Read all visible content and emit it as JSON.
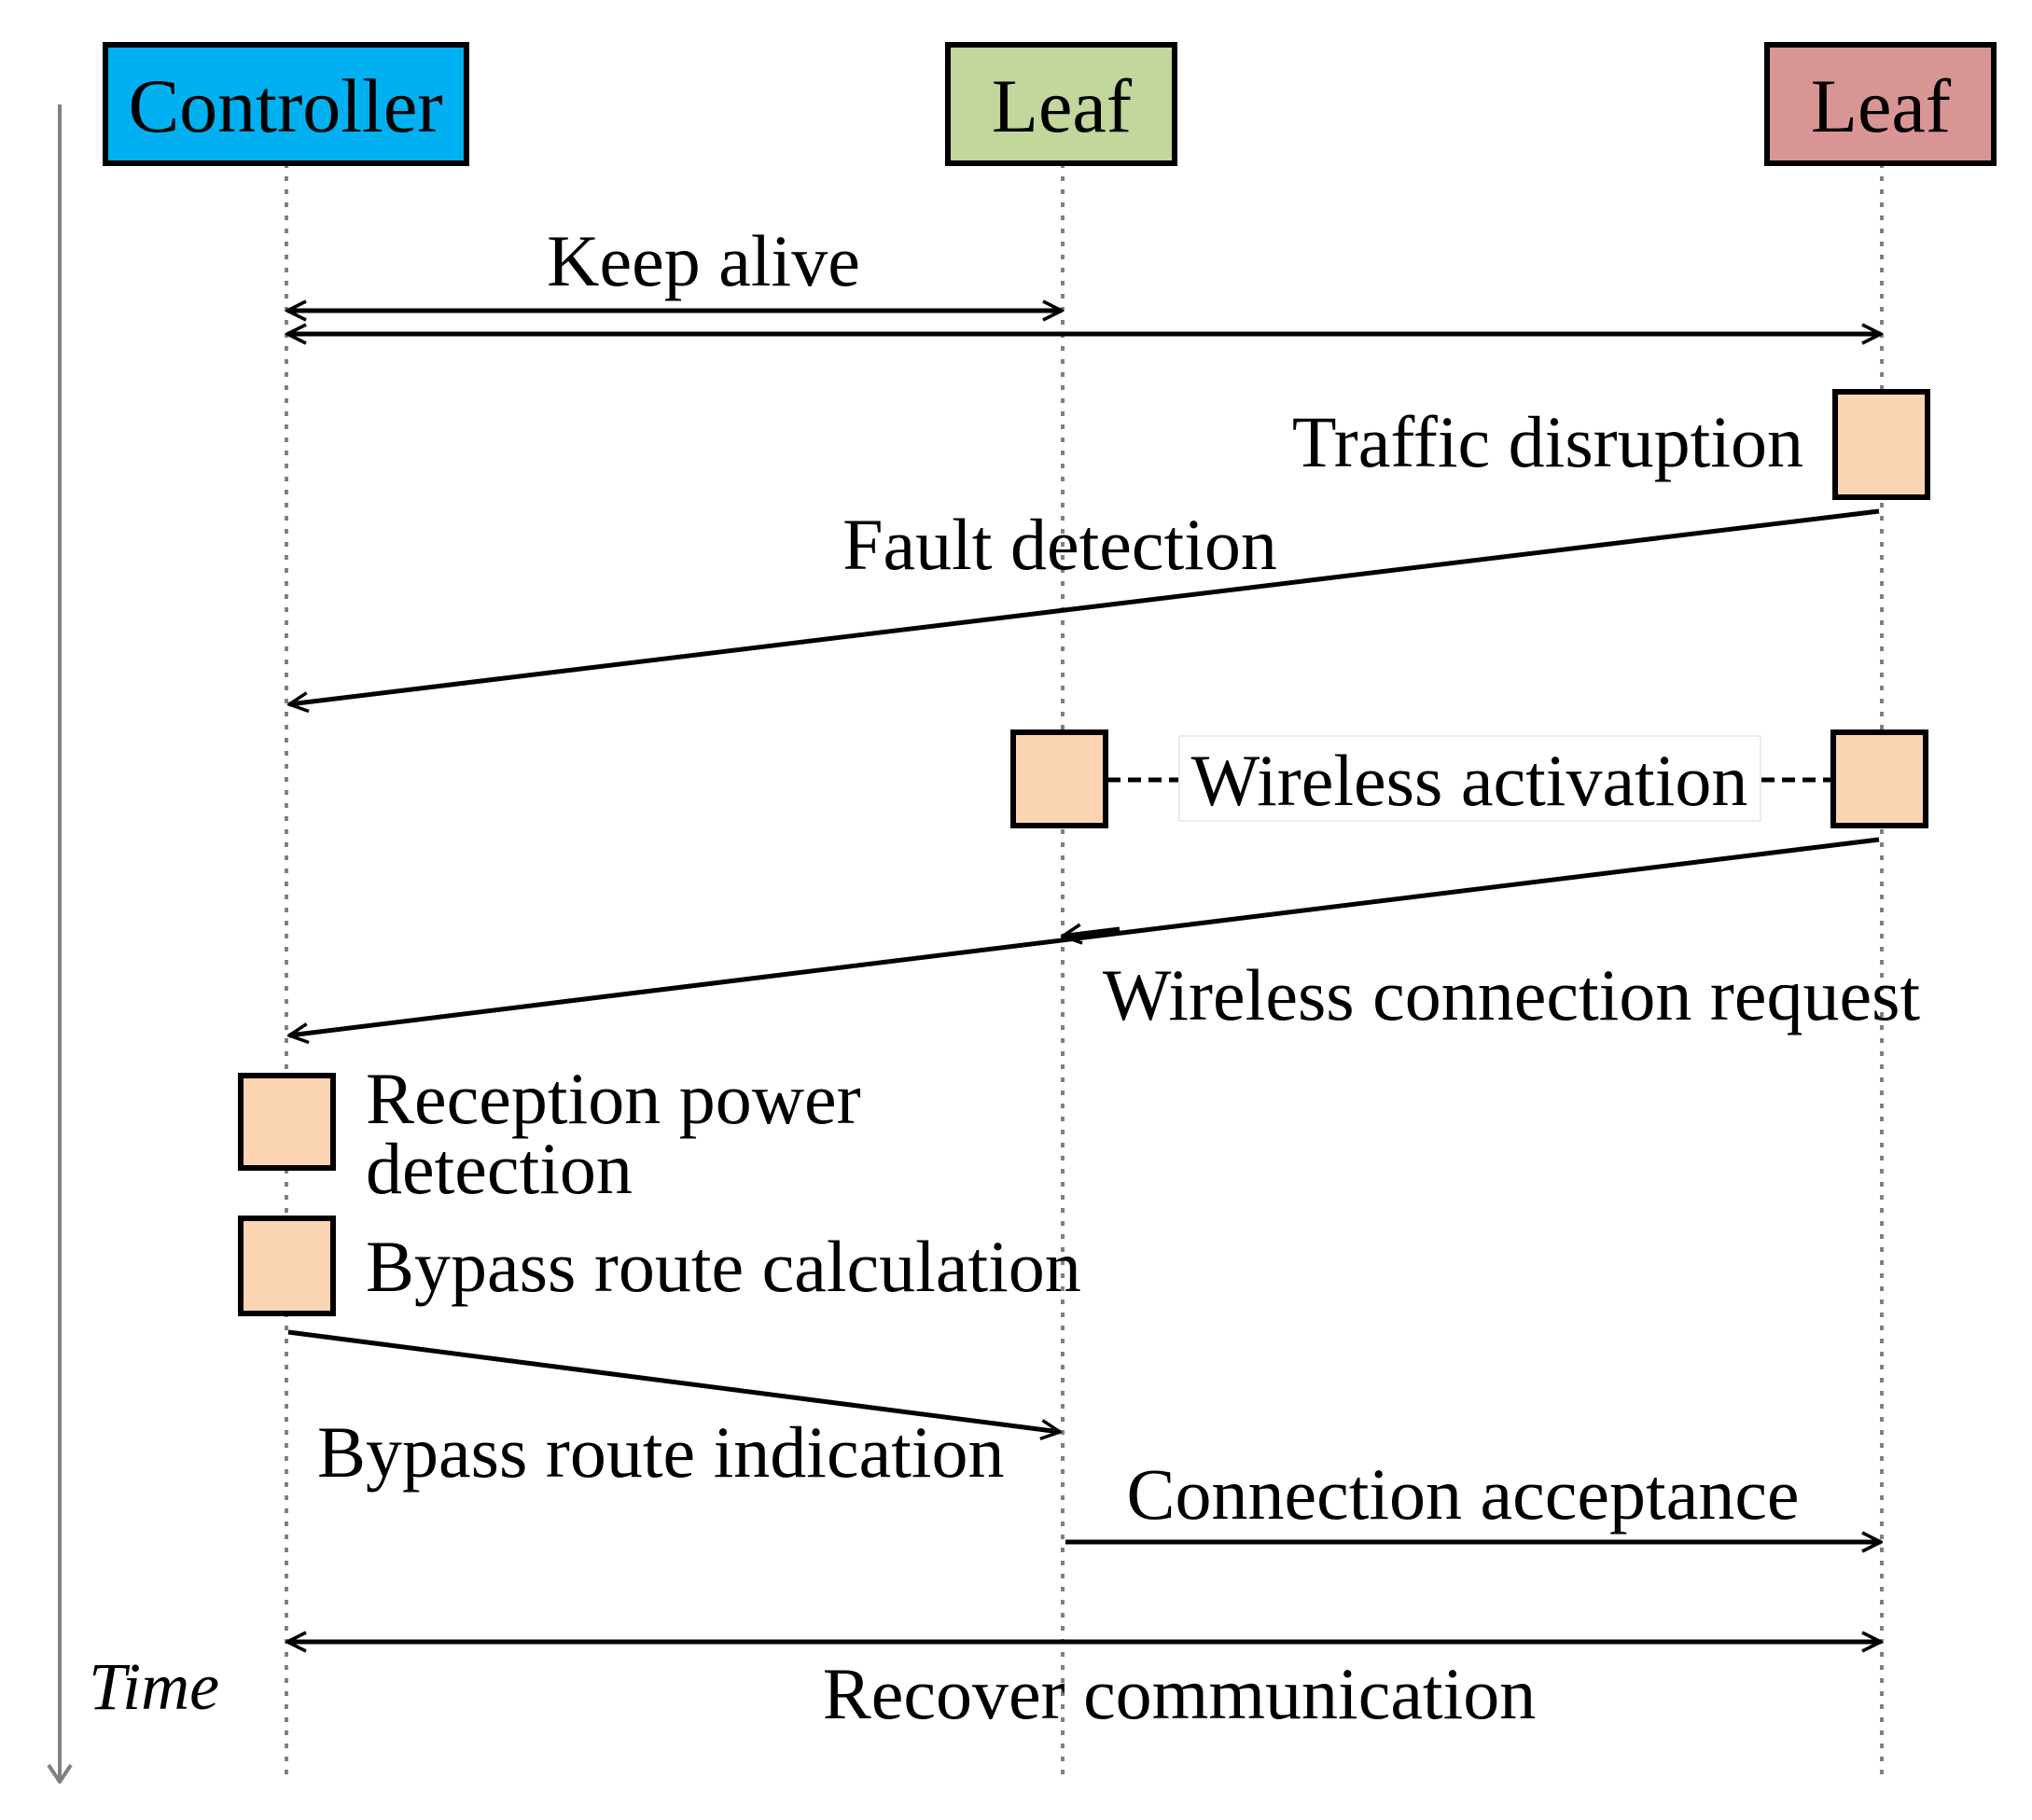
{
  "participants": [
    {
      "label": "Controller",
      "color": "#00b0f0"
    },
    {
      "label": "Leaf",
      "color": "#c3d69b"
    },
    {
      "label": "Leaf",
      "color": "#d99594"
    }
  ],
  "process_box_color": "#fbd4b4",
  "time_axis": {
    "label": "Time"
  },
  "messages": {
    "keep_alive": "Keep alive",
    "traffic_disruption": "Traffic disruption",
    "fault_detection": "Fault detection",
    "wireless_activation": "Wireless activation",
    "wireless_connection_request": "Wireless connection request",
    "reception_power_line1": "Reception power",
    "reception_power_line2": "detection",
    "bypass_route_calculation": "Bypass route calculation",
    "bypass_route_indication": "Bypass route indication",
    "connection_acceptance": "Connection acceptance",
    "recover_communication": "Recover communication"
  }
}
